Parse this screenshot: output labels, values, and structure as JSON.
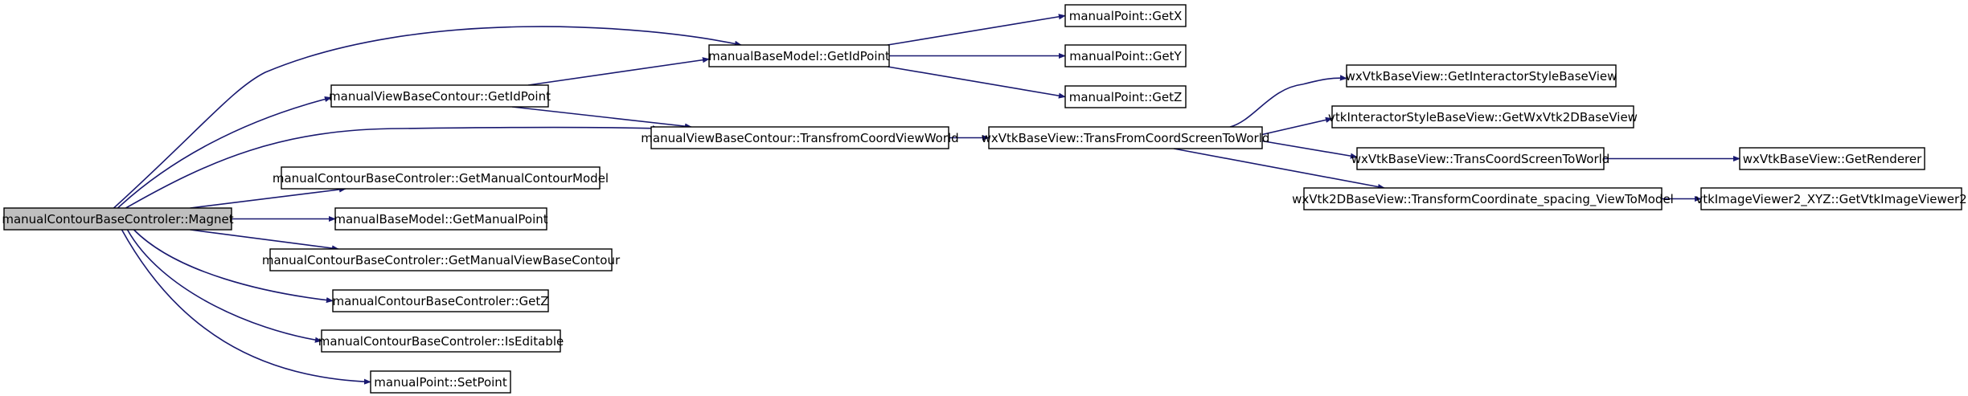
{
  "nodes": [
    {
      "id": "magnet",
      "label": "manualContourBaseControler::Magnet",
      "root": true
    },
    {
      "id": "getIdPointContour",
      "label": "manualViewBaseContour::GetIdPoint"
    },
    {
      "id": "getIdPointModel",
      "label": "manualBaseModel::GetIdPoint"
    },
    {
      "id": "getX",
      "label": "manualPoint::GetX"
    },
    {
      "id": "getY",
      "label": "manualPoint::GetY"
    },
    {
      "id": "getZpoint",
      "label": "manualPoint::GetZ"
    },
    {
      "id": "transfromCoordViewWorld",
      "label": "manualViewBaseContour::TransfromCoordViewWorld"
    },
    {
      "id": "transFromCoordScreenToWorld",
      "label": "wxVtkBaseView::TransFromCoordScreenToWorld"
    },
    {
      "id": "getInteractorStyleBaseView",
      "label": "wxVtkBaseView::GetInteractorStyleBaseView"
    },
    {
      "id": "getWxVtk2DBaseView",
      "label": "vtkInteractorStyleBaseView::GetWxVtk2DBaseView"
    },
    {
      "id": "transCoordScreenToWorld",
      "label": "wxVtkBaseView::TransCoordScreenToWorld"
    },
    {
      "id": "getRenderer",
      "label": "wxVtkBaseView::GetRenderer"
    },
    {
      "id": "transformCoordinateSpacing",
      "label": "wxVtk2DBaseView::TransformCoordinate_spacing_ViewToModel"
    },
    {
      "id": "getVtkImageViewer2",
      "label": "vtkImageViewer2_XYZ::GetVtkImageViewer2"
    },
    {
      "id": "getManualContourModel",
      "label": "manualContourBaseControler::GetManualContourModel"
    },
    {
      "id": "getManualPoint",
      "label": "manualBaseModel::GetManualPoint"
    },
    {
      "id": "getManualViewBaseContour",
      "label": "manualContourBaseControler::GetManualViewBaseContour"
    },
    {
      "id": "getZcontroler",
      "label": "manualContourBaseControler::GetZ"
    },
    {
      "id": "isEditable",
      "label": "manualContourBaseControler::IsEditable"
    },
    {
      "id": "setPoint",
      "label": "manualPoint::SetPoint"
    }
  ],
  "edges": [
    {
      "from": "magnet",
      "to": "getIdPointModel"
    },
    {
      "from": "magnet",
      "to": "getIdPointContour"
    },
    {
      "from": "magnet",
      "to": "transfromCoordViewWorld"
    },
    {
      "from": "magnet",
      "to": "getManualContourModel"
    },
    {
      "from": "magnet",
      "to": "getManualPoint"
    },
    {
      "from": "magnet",
      "to": "getManualViewBaseContour"
    },
    {
      "from": "magnet",
      "to": "getZcontroler"
    },
    {
      "from": "magnet",
      "to": "isEditable"
    },
    {
      "from": "magnet",
      "to": "setPoint"
    },
    {
      "from": "getIdPointContour",
      "to": "getIdPointModel"
    },
    {
      "from": "getIdPointContour",
      "to": "transfromCoordViewWorld"
    },
    {
      "from": "getIdPointModel",
      "to": "getX"
    },
    {
      "from": "getIdPointModel",
      "to": "getY"
    },
    {
      "from": "getIdPointModel",
      "to": "getZpoint"
    },
    {
      "from": "transfromCoordViewWorld",
      "to": "transFromCoordScreenToWorld"
    },
    {
      "from": "transFromCoordScreenToWorld",
      "to": "getInteractorStyleBaseView"
    },
    {
      "from": "transFromCoordScreenToWorld",
      "to": "getWxVtk2DBaseView"
    },
    {
      "from": "transFromCoordScreenToWorld",
      "to": "transCoordScreenToWorld"
    },
    {
      "from": "transFromCoordScreenToWorld",
      "to": "transformCoordinateSpacing"
    },
    {
      "from": "transCoordScreenToWorld",
      "to": "getRenderer"
    },
    {
      "from": "transformCoordinateSpacing",
      "to": "getVtkImageViewer2"
    }
  ],
  "colors": {
    "edge": "#191970",
    "node_border": "#000000",
    "node_fill": "#ffffff",
    "root_fill": "#bfbfbf"
  }
}
